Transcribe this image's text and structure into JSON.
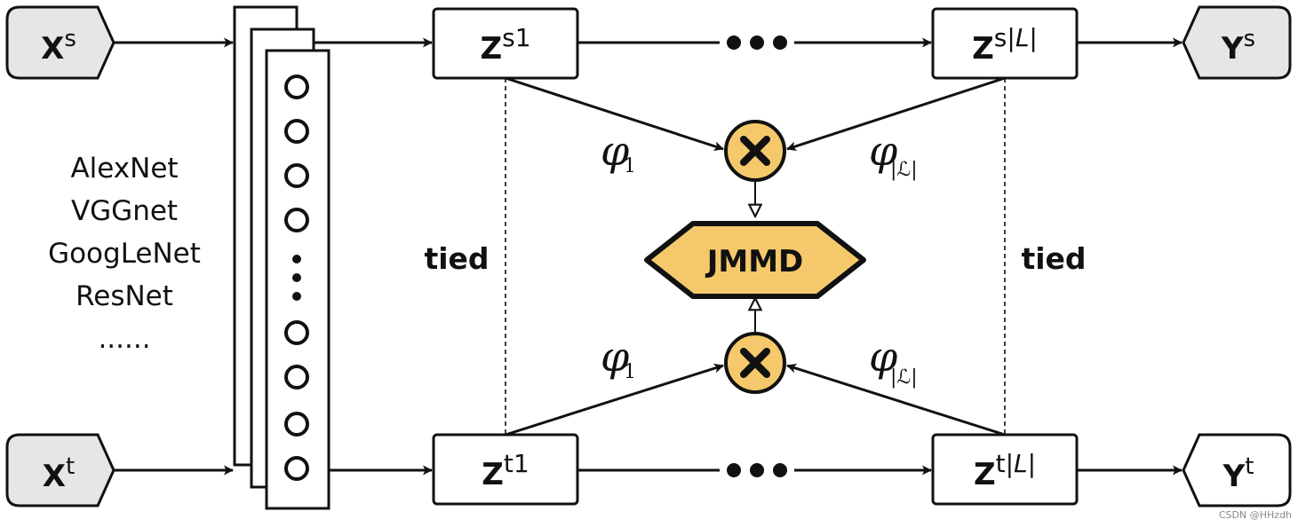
{
  "inputs": {
    "source": {
      "base": "X",
      "sup": "s"
    },
    "target": {
      "base": "X",
      "sup": "t"
    }
  },
  "outputs": {
    "source": {
      "base": "Y",
      "sup": "s"
    },
    "target": {
      "base": "Y",
      "sup": "t"
    }
  },
  "layers": {
    "source_first": {
      "base": "Z",
      "sup": "s1"
    },
    "source_last": {
      "base": "Z",
      "sup": "s|",
      "sup_italic": "L",
      "sup_end": "|"
    },
    "target_first": {
      "base": "Z",
      "sup": "t1"
    },
    "target_last": {
      "base": "Z",
      "sup": "t|",
      "sup_italic": "L",
      "sup_end": "|"
    },
    "ellipsis": "•••"
  },
  "networks": [
    "AlexNet",
    "VGGnet",
    "GoogLeNet",
    "ResNet",
    "......"
  ],
  "tied_label": "tied",
  "jmmd_label": "JMMD",
  "phi": {
    "symbol": "φ",
    "sub_first": "1",
    "sub_last": "|ℒ|"
  },
  "colors": {
    "node_fill": "#f5c96b",
    "io_fill": "#e6e6e6",
    "stroke": "#111111"
  },
  "watermark": "CSDN @HHzdh"
}
